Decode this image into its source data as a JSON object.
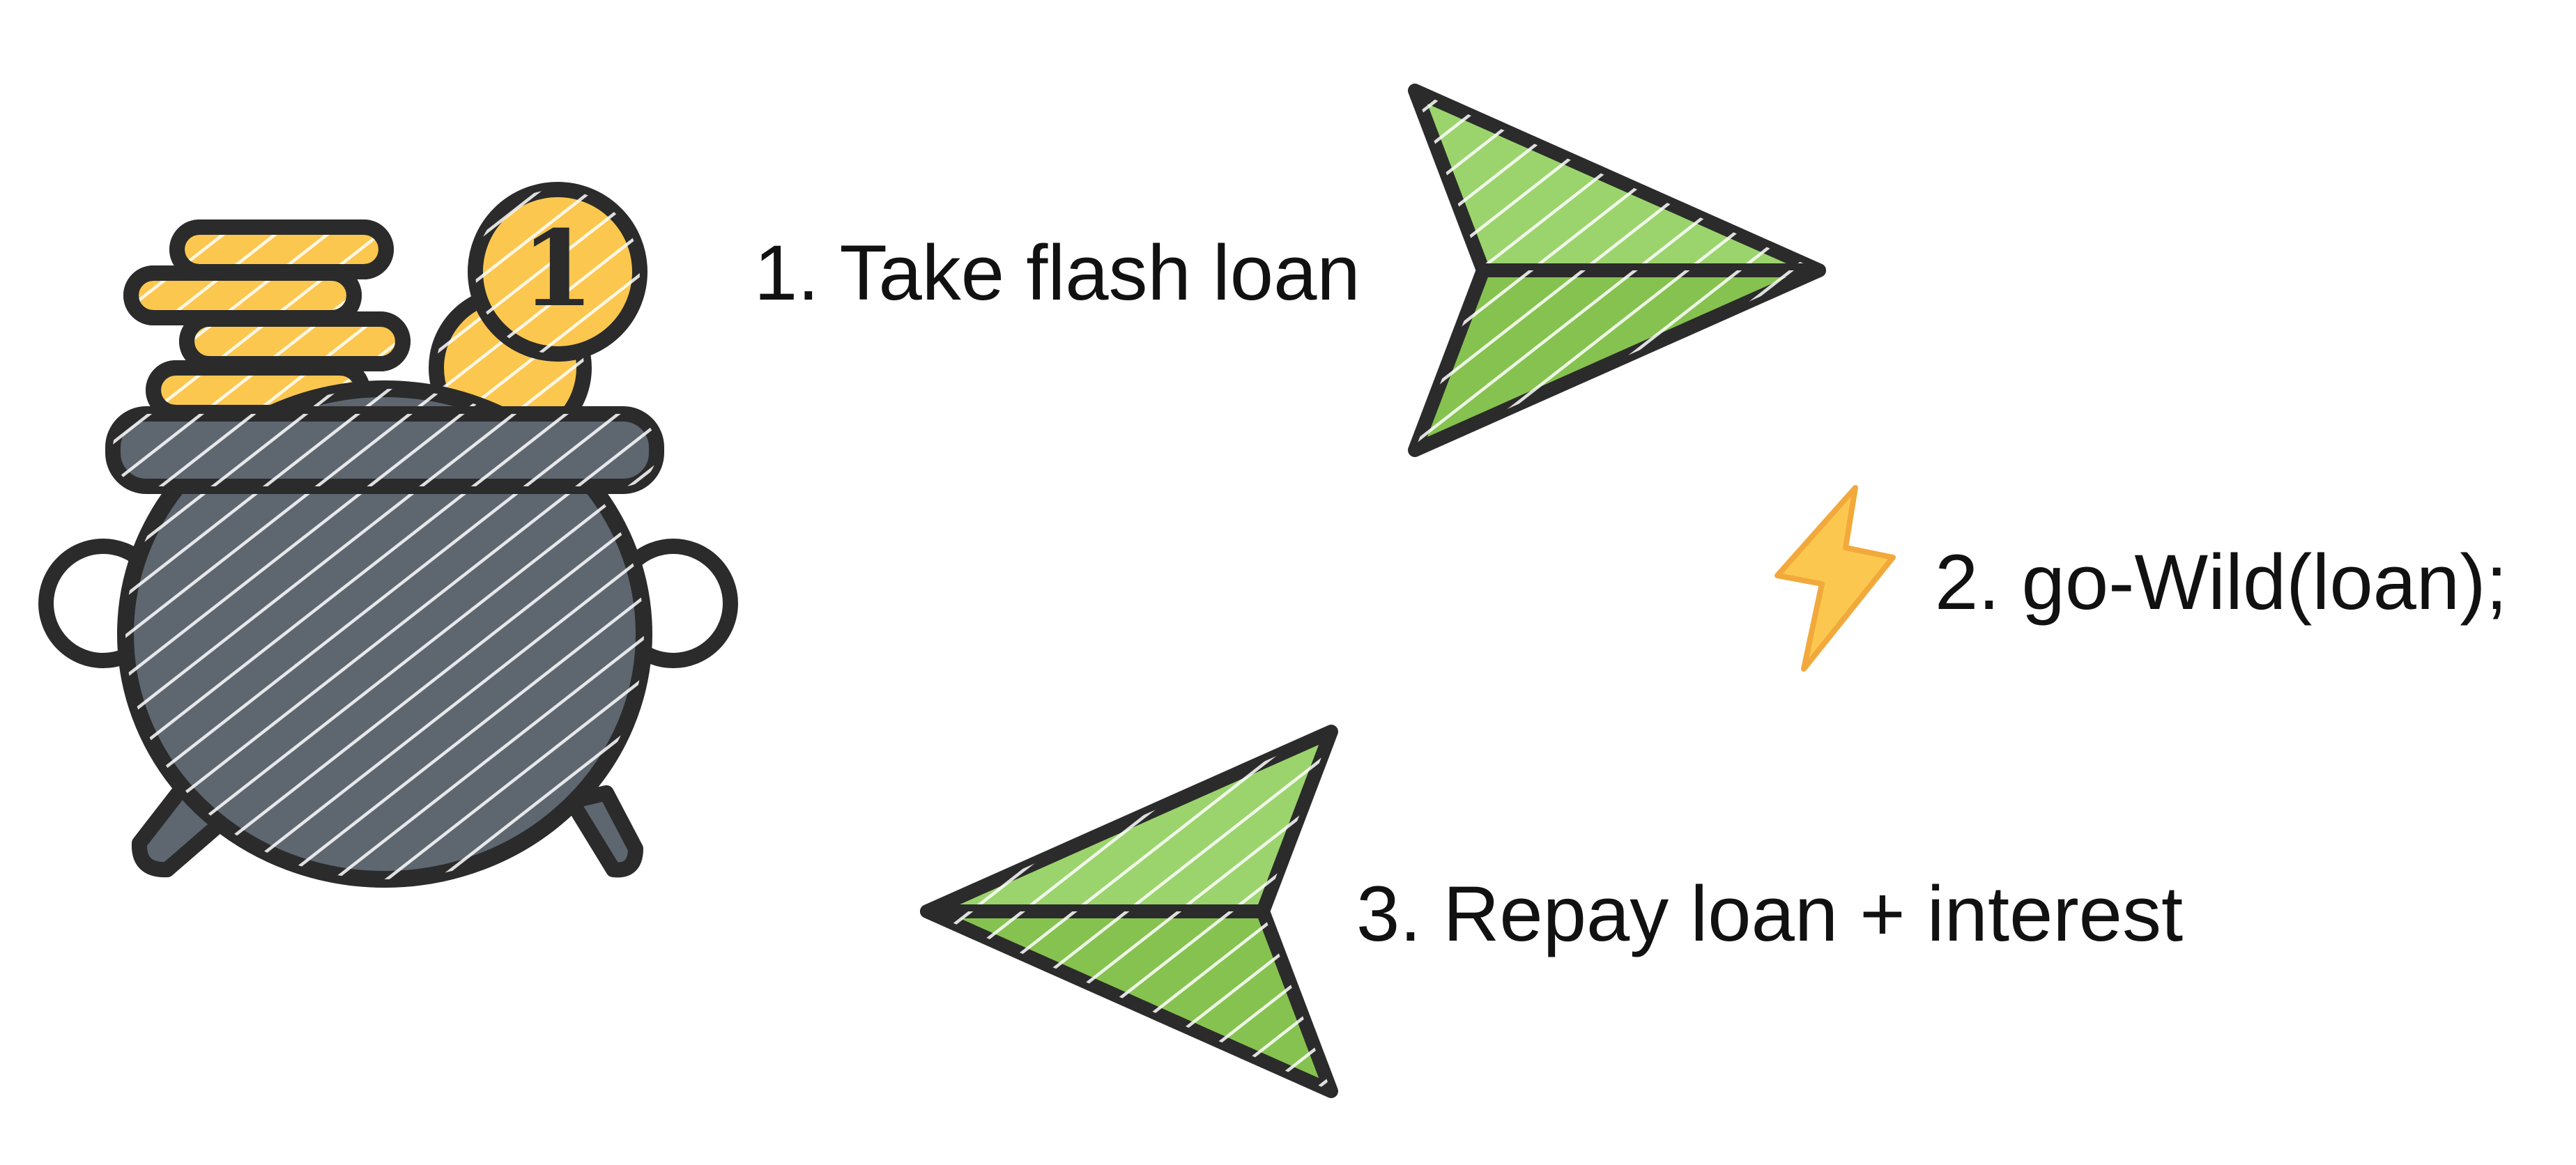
{
  "steps": [
    {
      "label": "1. Take flash loan"
    },
    {
      "label": "2. go-Wild(loan);"
    },
    {
      "label": "3. Repay loan + interest"
    }
  ],
  "coin": {
    "number": "1"
  },
  "icons": {
    "pot": "pot-of-gold-icon",
    "bolt": "lightning-bolt-icon",
    "arrow_right": "paper-plane-arrow-right-icon",
    "arrow_left": "paper-plane-arrow-left-icon"
  },
  "colors": {
    "arrow_light": "#9bd46c",
    "arrow_dark": "#86c24f",
    "coin": "#fcc74f",
    "pot": "#5e6670",
    "outline": "#2b2b2b",
    "bolt": "#fcc74f"
  }
}
